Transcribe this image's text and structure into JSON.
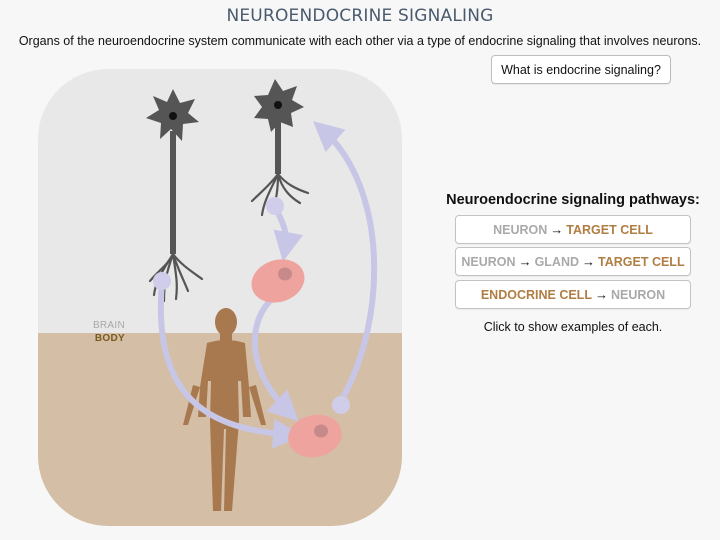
{
  "header": {
    "title": "NEUROENDOCRINE SIGNALING",
    "subtitle": "Organs of the neuroendocrine system communicate with each other via a type of endocrine signaling that involves neurons."
  },
  "endocrine_button": {
    "label": "What is endocrine signaling?"
  },
  "diagram": {
    "brain_label": "BRAIN",
    "body_label": "BODY",
    "colors": {
      "brain_region": "#e8e8e8",
      "body_region": "#d4bea6",
      "neuron": "#555555",
      "arrow": "#c8c6e6",
      "cell": "#eea39f",
      "nucleus": "#c78a8a",
      "human": "#a8784e"
    }
  },
  "pathways": {
    "heading": "Neuroendocrine signaling pathways:",
    "arrow_glyph": "→",
    "items": [
      {
        "parts": [
          "NEURON",
          "TARGET CELL"
        ]
      },
      {
        "parts": [
          "NEURON",
          "GLAND",
          "TARGET CELL"
        ]
      },
      {
        "parts": [
          "ENDOCRINE CELL",
          "NEURON"
        ]
      }
    ],
    "hint": "Click to show examples of each."
  }
}
